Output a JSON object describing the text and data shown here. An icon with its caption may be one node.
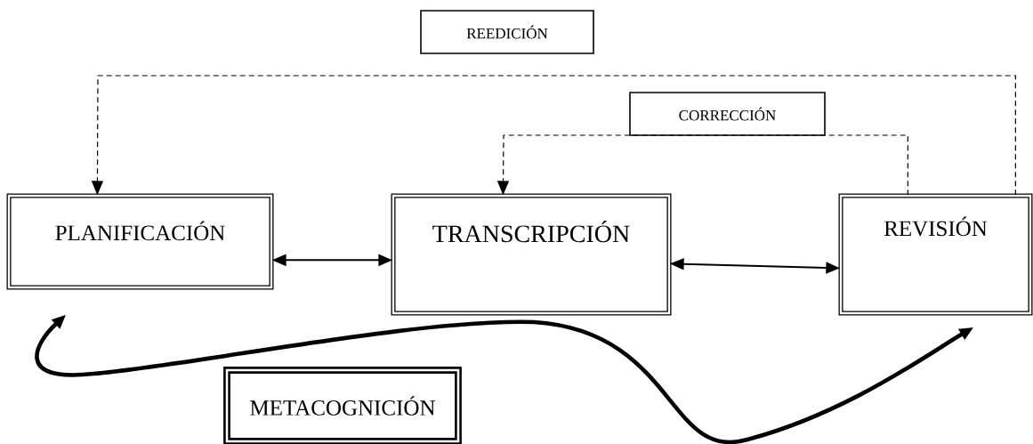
{
  "diagram": {
    "nodes": [
      {
        "text": [
          "REEDICIÓN"
        ]
      },
      {
        "text": [
          "CORRECCIÓN"
        ]
      },
      {
        "text": [
          "PLANIFICACIÓN"
        ]
      },
      {
        "text": [
          "TRANSCRIPCIÓN"
        ]
      },
      {
        "text": [
          "REVISIÓN"
        ]
      },
      {
        "text": [
          "METACOGNICIÓN"
        ]
      }
    ],
    "edges": [
      {
        "from": 4,
        "to": 2,
        "arrow": "to",
        "style": "dashed"
      },
      {
        "from": 4,
        "to": 3,
        "arrow": "to",
        "style": "dashed"
      },
      {
        "from": 2,
        "to": 3,
        "arrow": "both"
      },
      {
        "from": 3,
        "to": 4,
        "arrow": "both"
      },
      {
        "from": 2,
        "to": 4,
        "arrow": "both",
        "style": "thick"
      }
    ]
  }
}
